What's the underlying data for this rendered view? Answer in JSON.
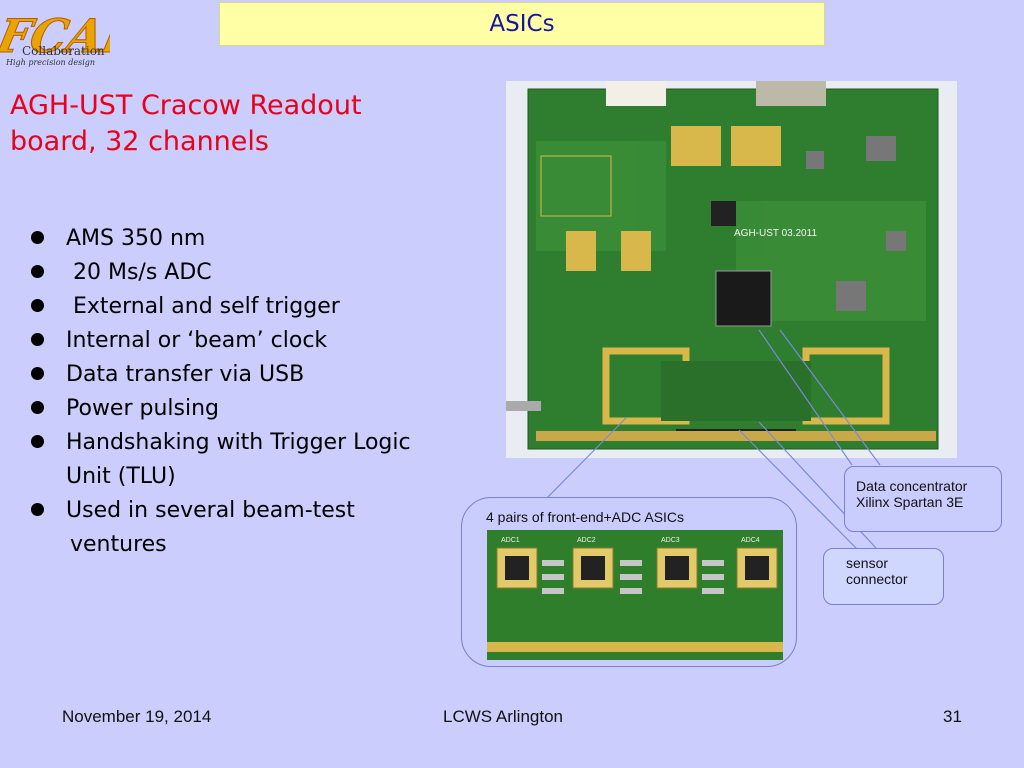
{
  "slide": {
    "title": "ASICs",
    "logo": {
      "main": "FCAL",
      "sub": "Collaboration",
      "tagline": "High precision design"
    },
    "heading_line1": "AGH-UST Cracow Readout",
    "heading_line2": "board, 32 channels",
    "bullets": [
      "AMS 350 nm",
      " 20 Ms/s ADC",
      " External and self trigger",
      "Internal or ‘beam’ clock",
      "Data transfer via USB",
      "Power pulsing",
      "Handshaking with Trigger Logic",
      "Used in several beam-test"
    ],
    "bullet_continuations": {
      "6": "Unit (TLU)",
      "7": "ventures"
    },
    "callouts": {
      "asics": "4 pairs of front-end+ADC ASICs",
      "data_concentrator_1": "Data concentrator",
      "data_concentrator_2": "Xilinx Spartan 3E",
      "sensor_1": "sensor",
      "sensor_2": "connector"
    },
    "board_label": "AGH-UST 03.2011",
    "inset_labels": [
      "ADC1",
      "ADC2",
      "ADC3",
      "ADC4"
    ],
    "footer": {
      "date": "November 19, 2014",
      "event": "LCWS Arlington",
      "page": "31"
    }
  },
  "colors": {
    "background": "#cbcdfc",
    "title_bg": "#ffffa6",
    "title_text": "#1515a0",
    "heading": "#e8001c",
    "pcb": "#2a7a2c",
    "gold": "#d8b84a"
  }
}
